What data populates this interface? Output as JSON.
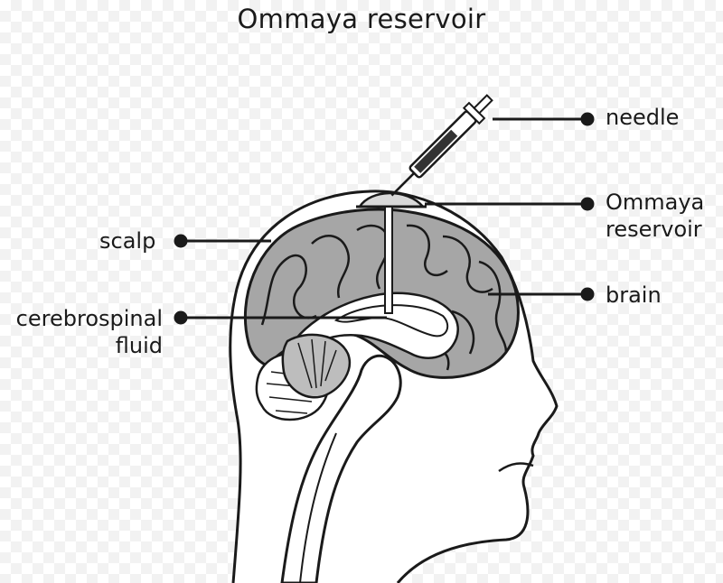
{
  "title": "Ommaya reservoir",
  "labels": {
    "needle": "needle",
    "ommaya_line1": "Ommaya",
    "ommaya_line2": "reservoir",
    "brain": "brain",
    "scalp": "scalp",
    "csf_line1": "cerebrospinal",
    "csf_line2": "fluid"
  },
  "colors": {
    "outline": "#1a1a1a",
    "brain_fill": "#a6a6a6",
    "tissue_fill": "#ffffff"
  }
}
